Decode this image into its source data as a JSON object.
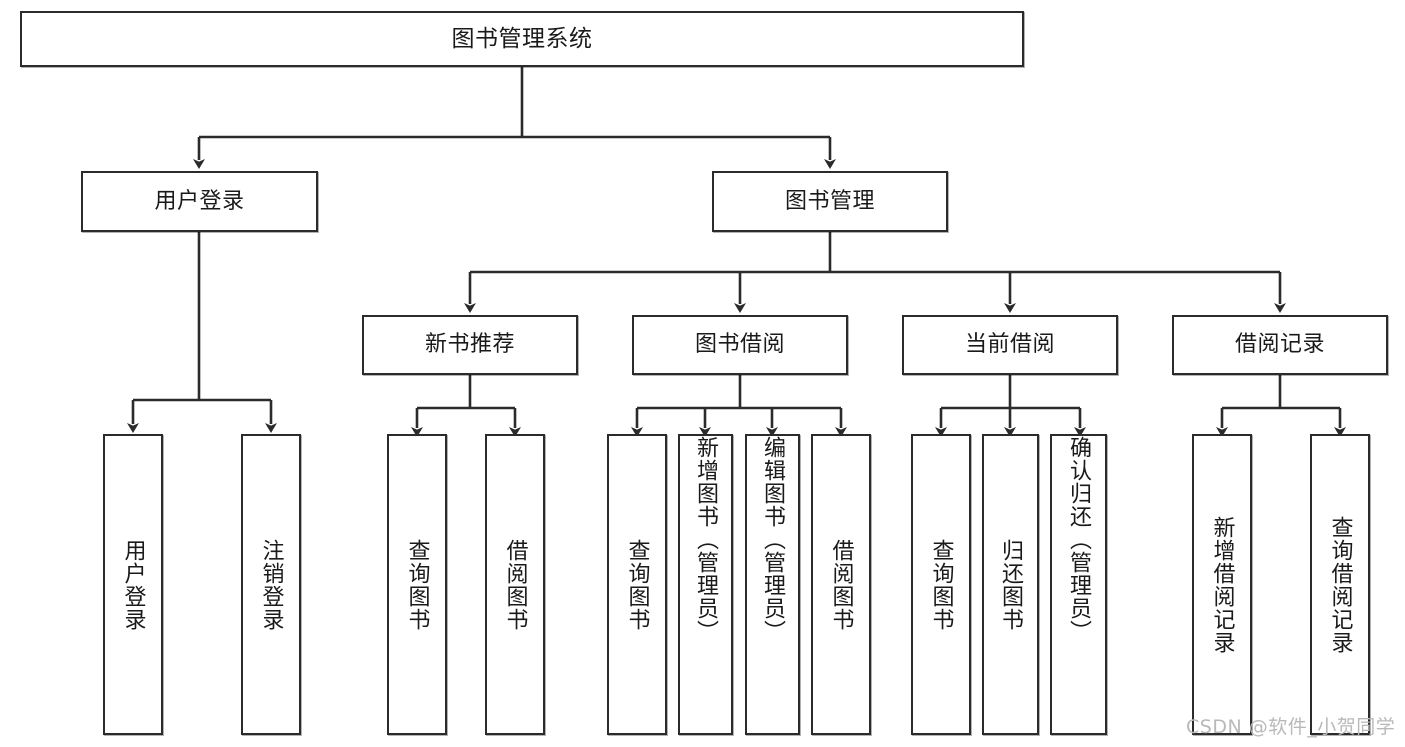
{
  "diagram": {
    "title": "图书管理系统",
    "type": "tree",
    "watermark": "CSDN @软件_小贺同学",
    "colors": {
      "box_border": "#2b2b2b",
      "box_fill": "#ffffff",
      "edge": "#2b2b2b",
      "text": "#1a1a1a",
      "watermark": "#b9b9b9"
    },
    "levels": {
      "root": {
        "label": "图书管理系统"
      },
      "level2": [
        {
          "label": "用户登录"
        },
        {
          "label": "图书管理"
        }
      ],
      "level3": [
        {
          "label": "新书推荐"
        },
        {
          "label": "图书借阅"
        },
        {
          "label": "当前借阅"
        },
        {
          "label": "借阅记录"
        }
      ],
      "leaves": {
        "user_login": [
          {
            "label": "用户登录"
          },
          {
            "label": "注销登录"
          }
        ],
        "new_book_recommend": [
          {
            "label": "查询图书"
          },
          {
            "label": "借阅图书"
          }
        ],
        "book_borrow": [
          {
            "label": "查询图书"
          },
          {
            "label": "新增图书（管理员）"
          },
          {
            "label": "编辑图书（管理员）"
          },
          {
            "label": "借阅图书"
          }
        ],
        "current_borrow": [
          {
            "label": "查询图书"
          },
          {
            "label": "归还图书"
          },
          {
            "label": "确认归还（管理员）"
          }
        ],
        "borrow_record": [
          {
            "label": "新增借阅记录"
          },
          {
            "label": "查询借阅记录"
          }
        ]
      }
    }
  }
}
